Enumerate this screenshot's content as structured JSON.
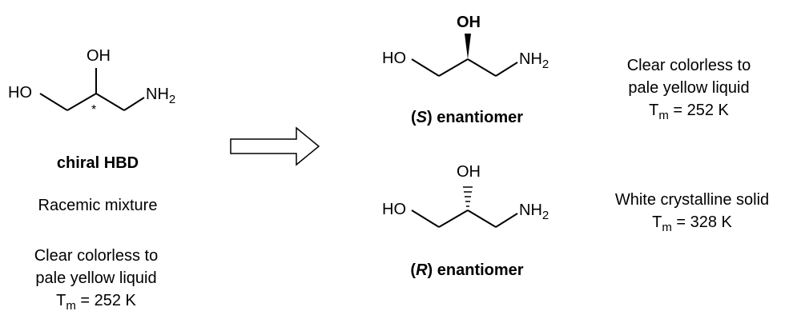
{
  "left": {
    "molecule": {
      "oh": "OH",
      "ho": "HO",
      "nh": "NH",
      "nh_sub": "2",
      "stereocenter_mark": "*"
    },
    "title": "chiral HBD",
    "subtitle": "Racemic mixture",
    "props": {
      "line1": "Clear colorless to",
      "line2": "pale yellow liquid",
      "tm_T": "T",
      "tm_sub": "m",
      "tm_value": " = 252 K"
    }
  },
  "arrow": {
    "icon": "hollow-right-arrow-icon"
  },
  "s_enantiomer": {
    "molecule": {
      "oh": "OH",
      "ho": "HO",
      "nh": "NH",
      "nh_sub": "2",
      "bond": "wedge"
    },
    "label_open": "(",
    "label_letter": "S",
    "label_rest": ") enantiomer",
    "props": {
      "line1": "Clear colorless to",
      "line2": "pale yellow liquid",
      "tm_T": "T",
      "tm_sub": "m",
      "tm_value": " = 252 K"
    }
  },
  "r_enantiomer": {
    "molecule": {
      "oh": "OH",
      "ho": "HO",
      "nh": "NH",
      "nh_sub": "2",
      "bond": "hash"
    },
    "label_open": "(",
    "label_letter": "R",
    "label_rest": ") enantiomer",
    "props": {
      "line1": "White crystalline solid",
      "tm_T": "T",
      "tm_sub": "m",
      "tm_value": " = 328 K"
    }
  }
}
